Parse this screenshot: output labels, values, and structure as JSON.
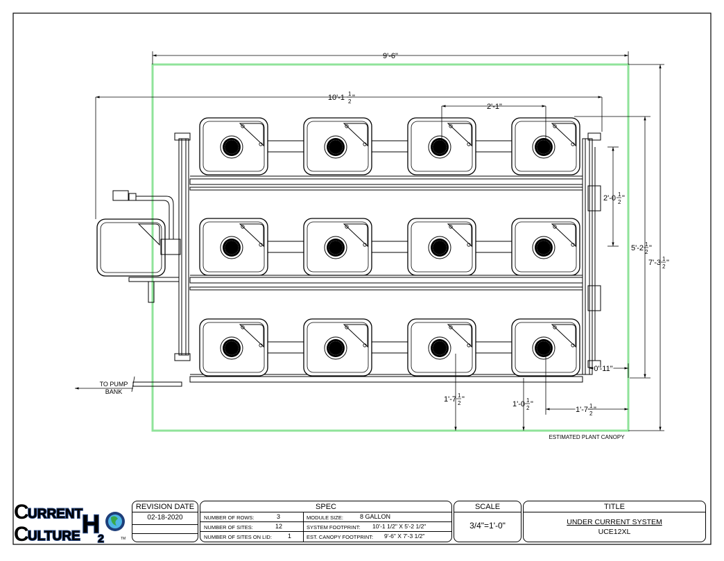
{
  "dims": {
    "canopy_width": "9'-6\"",
    "footprint_width": "10'-1",
    "site_spacing": "2'-1\"",
    "row_spacing": "2'-0",
    "footprint_depth": "5'-2",
    "canopy_depth": "7'-3",
    "offset_right": "0'-11\"",
    "offset_a": "1'-7",
    "offset_b": "1'-0",
    "offset_c": "1'-7",
    "half_num": "1",
    "half_den": "2"
  },
  "labels": {
    "to_pump_line1": "TO PUMP",
    "to_pump_line2": "BANK",
    "canopy_label": "ESTIMATED PLANT CANOPY"
  },
  "logo": {
    "text": "CURRENT CULTURE H2O",
    "tm": "TM"
  },
  "title_block": {
    "revision_header": "REVISION DATE",
    "revision_date": "02-18-2020",
    "spec_header": "SPEC",
    "rows_label": "NUMBER OF ROWS:",
    "rows_value": "3",
    "sites_label": "NUMBER OF SITES:",
    "sites_value": "12",
    "lid_label": "NUMBER OF SITES ON LID:",
    "lid_value": "1",
    "module_label": "MODULE SIZE:",
    "module_value": "8 GALLON",
    "footprint_label": "SYSTEM FOOTPRINT:",
    "footprint_value": "10'-1 1/2\" X 5'-2 1/2\"",
    "canopy_label": "EST. CANOPY FOOTPRINT:",
    "canopy_value": "9'-6\" X 7'-3 1/2\"",
    "scale_header": "SCALE",
    "scale_value": "3/4\"=1'-0\"",
    "title_header": "TITLE",
    "title_value": "UNDER CURRENT SYSTEM",
    "model_value": "UCE12XL"
  }
}
